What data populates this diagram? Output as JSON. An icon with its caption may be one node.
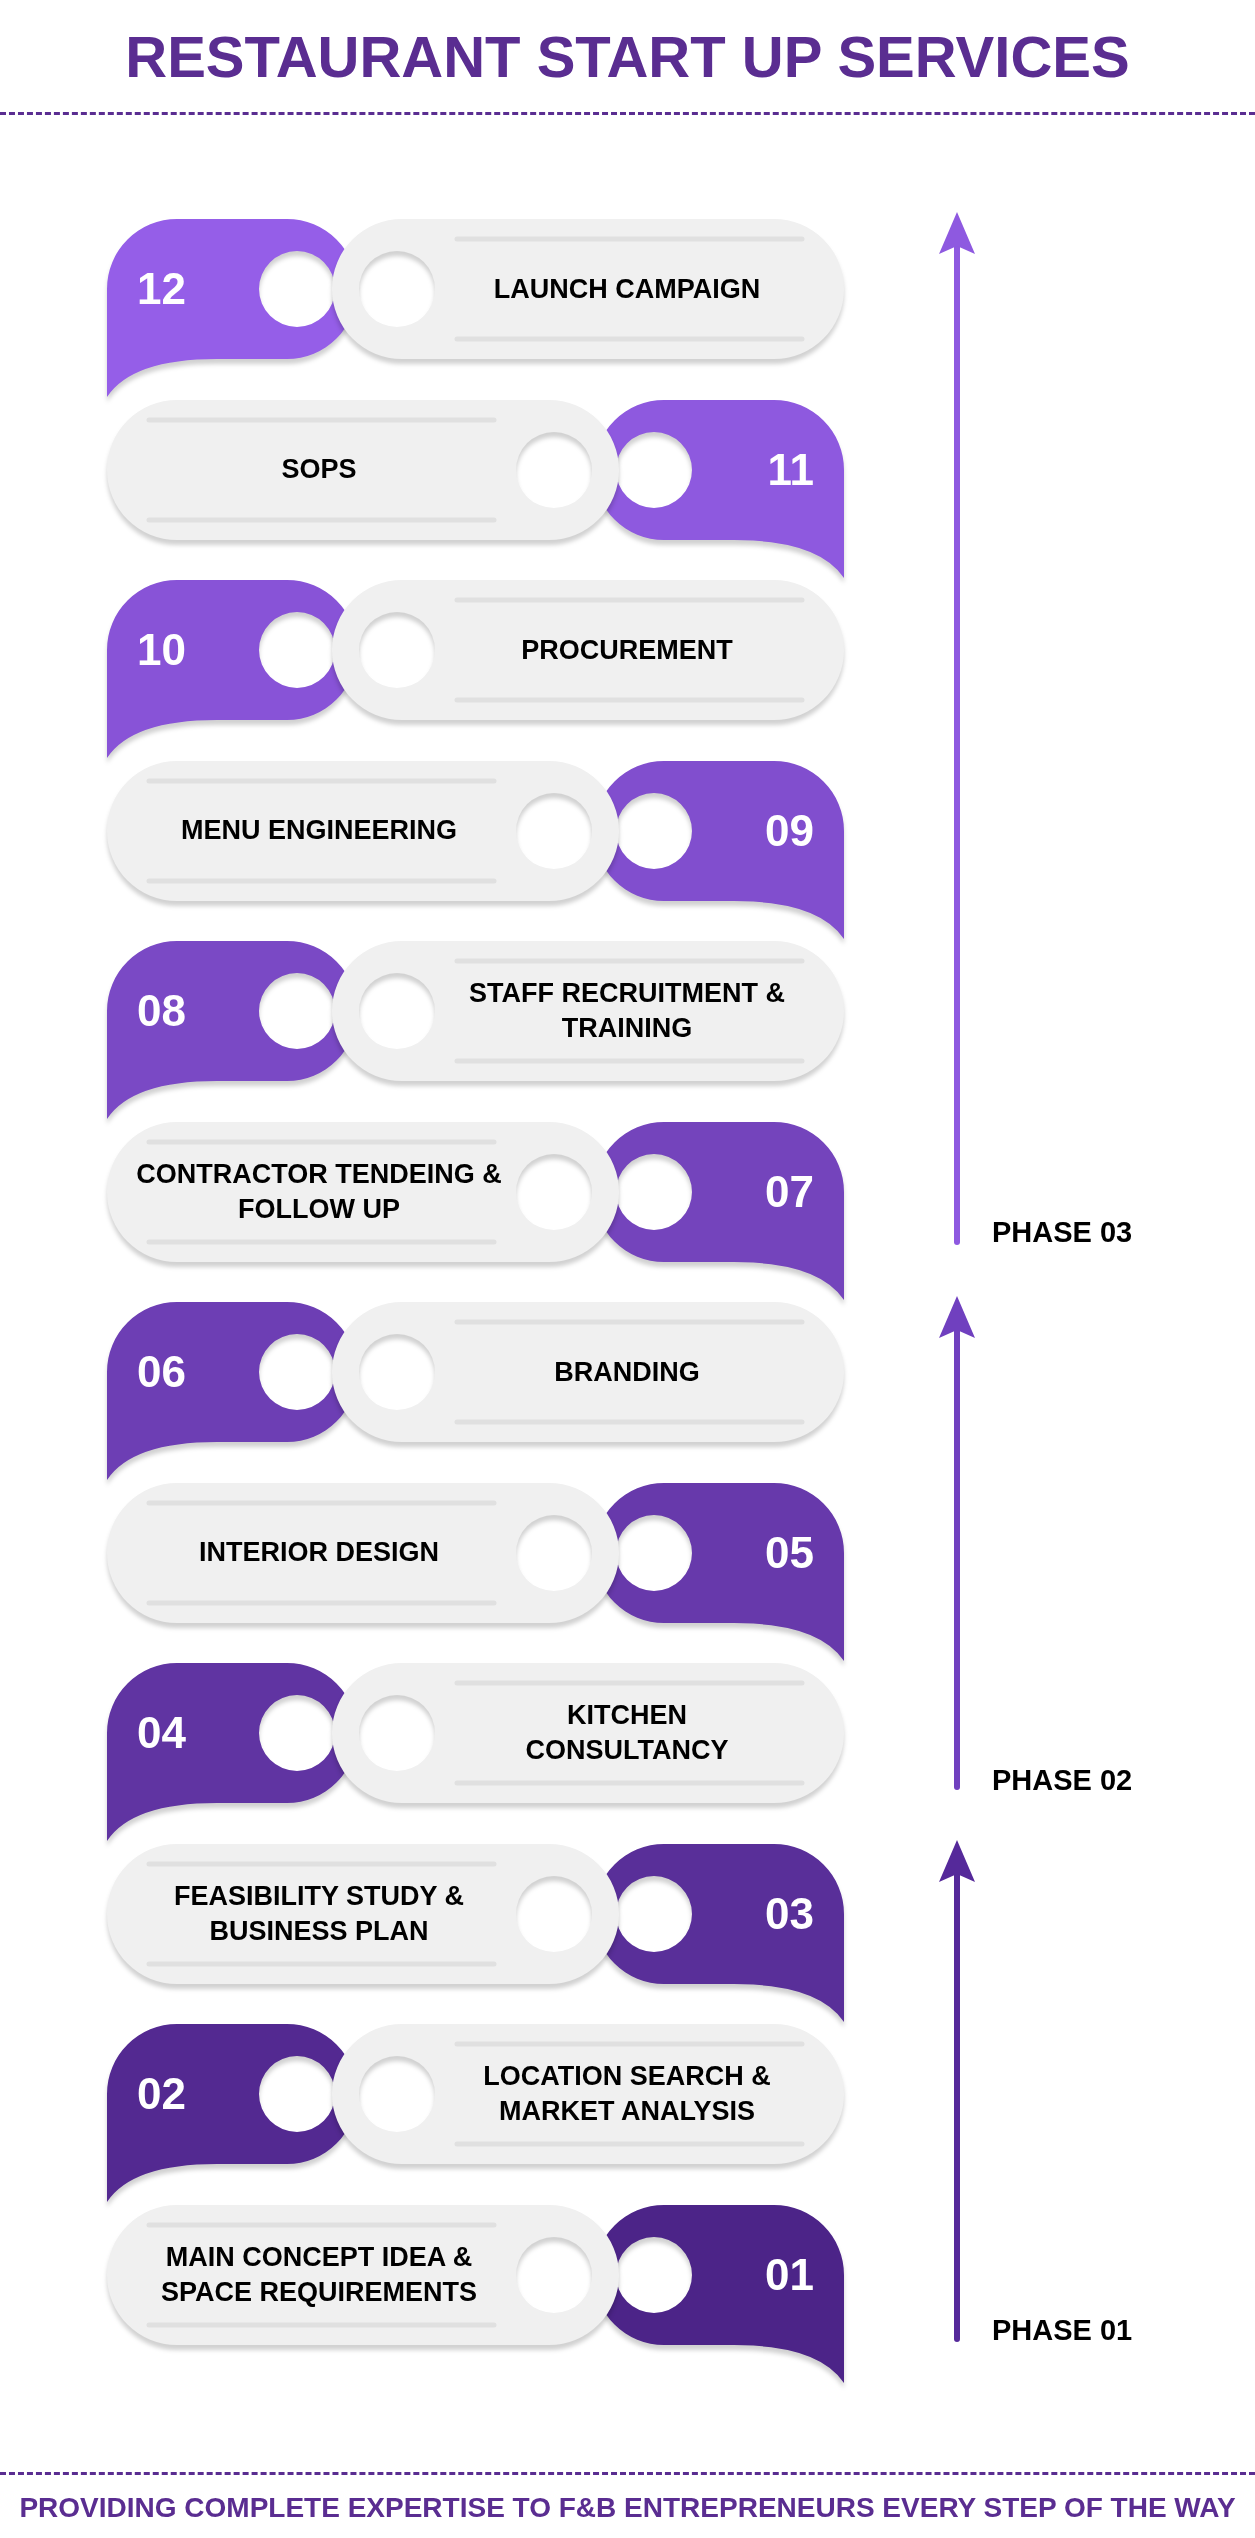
{
  "diagram": {
    "title": "RESTAURANT START UP SERVICES",
    "caption": "PROVIDING COMPLETE EXPERTISE TO F&B ENTREPRENEURS EVERY STEP OF THE WAY",
    "nodes": [
      {
        "text": [
          "12",
          "LAUNCH CAMPAIGN"
        ]
      },
      {
        "text": [
          "SOPS",
          "11"
        ]
      },
      {
        "text": [
          "10",
          "PROCUREMENT"
        ]
      },
      {
        "text": [
          "MENU ENGINEERING",
          "09"
        ]
      },
      {
        "text": [
          "08",
          "STAFF RECRUITMENT & TRAINING"
        ]
      },
      {
        "text": [
          "CONTRACTOR TENDEING & FOLLOW UP",
          "07"
        ]
      },
      {
        "text": [
          "06",
          "BRANDING"
        ]
      },
      {
        "text": [
          "INTERIOR DESIGN",
          "05"
        ]
      },
      {
        "text": [
          "04",
          "KITCHEN CONSULTANCY"
        ]
      },
      {
        "text": [
          "FEASIBILITY STUDY & BUSINESS PLAN",
          "03"
        ]
      },
      {
        "text": [
          "02",
          "LOCATION SEARCH & MARKET ANALYSIS"
        ]
      },
      {
        "text": [
          "MAIN CONCEPT IDEA & SPACE REQUIREMENTS",
          "01"
        ]
      }
    ],
    "labels": [
      "PHASE 03",
      "PHASE 02",
      "PHASE 01"
    ]
  }
}
